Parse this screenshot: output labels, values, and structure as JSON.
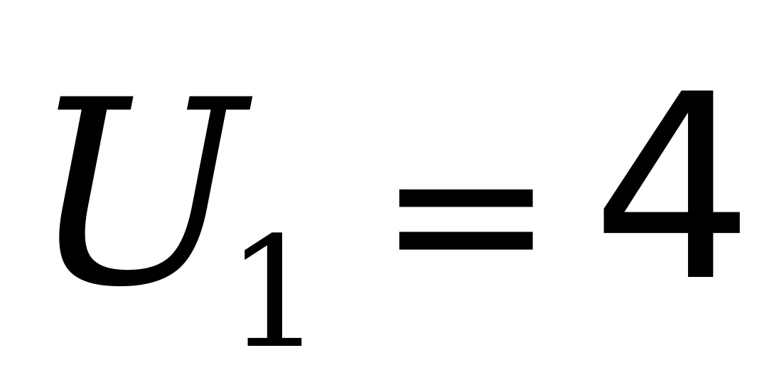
{
  "formula": {
    "variable": "U",
    "subscript": "1",
    "operator": "=",
    "value": "4"
  }
}
